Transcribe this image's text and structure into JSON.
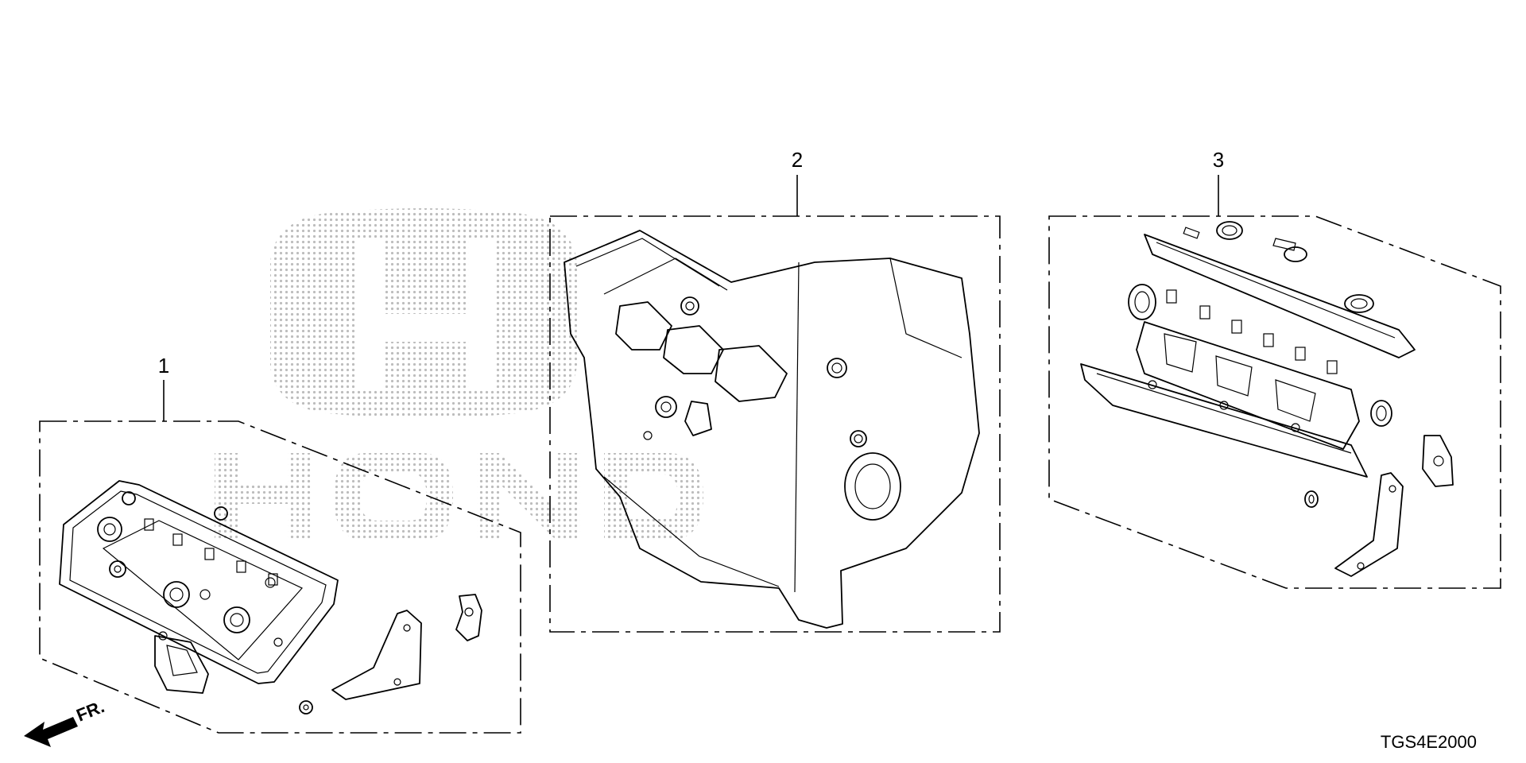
{
  "callouts": {
    "kit1": "1",
    "kit2": "2",
    "kit3": "3"
  },
  "direction_label": "FR.",
  "diagram_code": "TGS4E2000",
  "watermark": {
    "brand_text": "HONDA",
    "logo_letter": "H"
  },
  "colors": {
    "ink": "#000000",
    "background": "#ffffff",
    "watermark": "#bdbdbd"
  }
}
